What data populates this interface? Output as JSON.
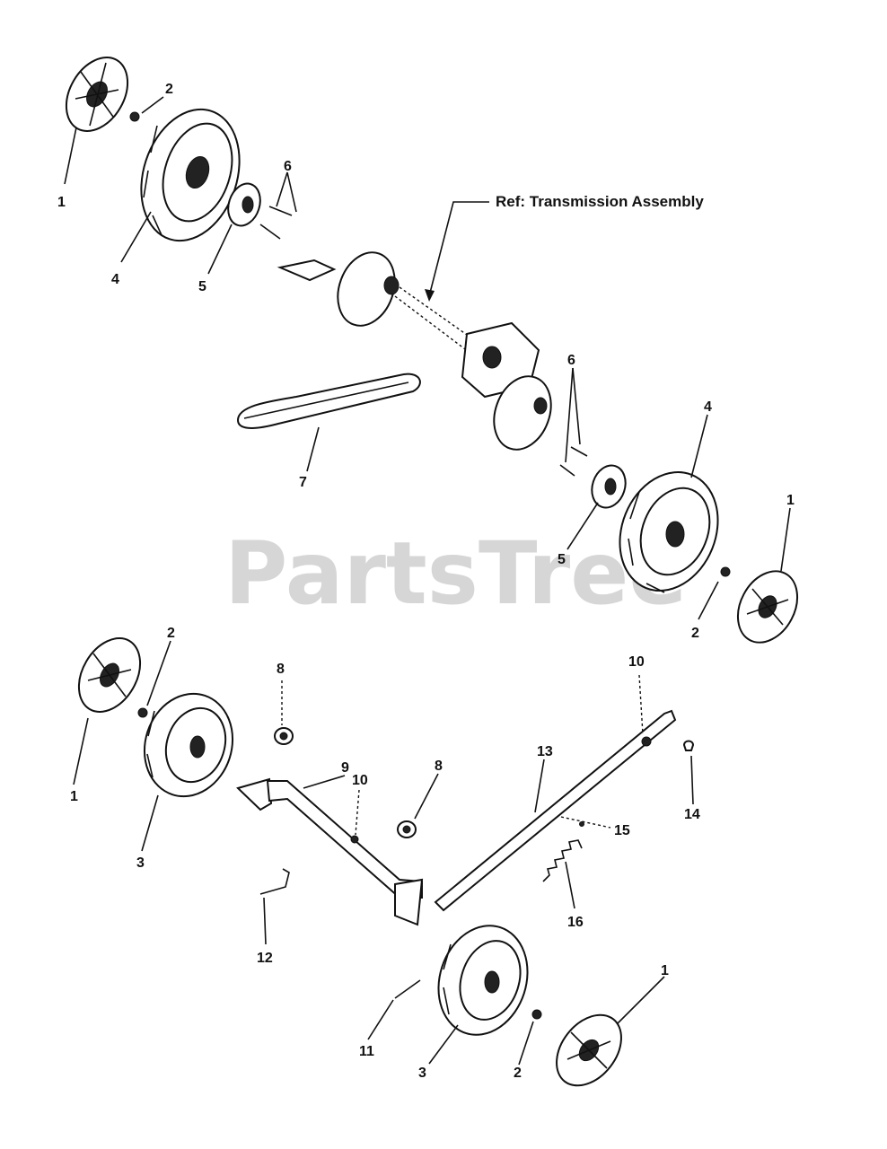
{
  "watermark": "PartsTree",
  "reference": {
    "text": "Ref: Transmission Assembly"
  },
  "callouts": {
    "c1a": "1",
    "c2a": "2",
    "c4a": "4",
    "c5a": "5",
    "c6a": "6",
    "c6b": "6",
    "c4b": "4",
    "c7": "7",
    "c5b": "5",
    "c1b": "1",
    "c2b": "2",
    "c2c": "2",
    "c1c": "1",
    "c3a": "3",
    "c8a": "8",
    "c9": "9",
    "c10a": "10",
    "c8b": "8",
    "c13": "13",
    "c10b": "10",
    "c14": "14",
    "c15": "15",
    "c16": "16",
    "c12": "12",
    "c11": "11",
    "c3b": "3",
    "c2d": "2",
    "c1d": "1"
  }
}
